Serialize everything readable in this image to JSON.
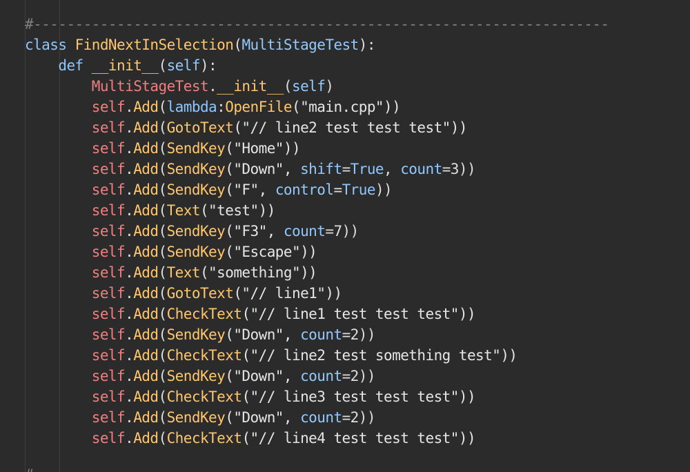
{
  "editor": {
    "colors": {
      "background": "#2b2b2b",
      "comment": "#808080",
      "keyword": "#8ec6ff",
      "function": "#ffc66d",
      "self": "#f08080",
      "string": "#e6e6e6",
      "parameter": "#92c9ff"
    },
    "lines": [
      {
        "name": "separator-comment-line",
        "tokens": [
          {
            "t": "#---------------------------------------------------------------------",
            "c": "comment"
          }
        ]
      },
      {
        "name": "class-definition-line",
        "tokens": [
          {
            "t": "class ",
            "c": "kw"
          },
          {
            "t": "FindNextInSelection",
            "c": "fn"
          },
          {
            "t": "(",
            "c": "plain"
          },
          {
            "t": "MultiStageTest",
            "c": "param"
          },
          {
            "t": "):",
            "c": "plain"
          }
        ]
      },
      {
        "name": "init-definition-line",
        "tokens": [
          {
            "t": "    def ",
            "c": "kw"
          },
          {
            "t": "__init__",
            "c": "fn"
          },
          {
            "t": "(",
            "c": "plain"
          },
          {
            "t": "self",
            "c": "param"
          },
          {
            "t": "):",
            "c": "plain"
          }
        ]
      },
      {
        "name": "super-init-line",
        "tokens": [
          {
            "t": "        ",
            "c": "plain"
          },
          {
            "t": "MultiStageTest",
            "c": "classname"
          },
          {
            "t": ".",
            "c": "plain"
          },
          {
            "t": "__init__",
            "c": "fn"
          },
          {
            "t": "(",
            "c": "plain"
          },
          {
            "t": "self",
            "c": "param"
          },
          {
            "t": ")",
            "c": "plain"
          }
        ]
      },
      {
        "name": "code-line-1",
        "tokens": [
          {
            "t": "        ",
            "c": "plain"
          },
          {
            "t": "self",
            "c": "self"
          },
          {
            "t": ".",
            "c": "plain"
          },
          {
            "t": "Add",
            "c": "fn"
          },
          {
            "t": "(",
            "c": "plain"
          },
          {
            "t": "lambda",
            "c": "kw"
          },
          {
            "t": ":",
            "c": "plain"
          },
          {
            "t": "OpenFile",
            "c": "fn"
          },
          {
            "t": "(\"main.cpp\"))",
            "c": "str"
          }
        ]
      },
      {
        "name": "code-line-2",
        "tokens": [
          {
            "t": "        ",
            "c": "plain"
          },
          {
            "t": "self",
            "c": "self"
          },
          {
            "t": ".",
            "c": "plain"
          },
          {
            "t": "Add",
            "c": "fn"
          },
          {
            "t": "(",
            "c": "plain"
          },
          {
            "t": "GotoText",
            "c": "fn"
          },
          {
            "t": "(\"// line2 test test test\"))",
            "c": "str"
          }
        ]
      },
      {
        "name": "code-line-3",
        "tokens": [
          {
            "t": "        ",
            "c": "plain"
          },
          {
            "t": "self",
            "c": "self"
          },
          {
            "t": ".",
            "c": "plain"
          },
          {
            "t": "Add",
            "c": "fn"
          },
          {
            "t": "(",
            "c": "plain"
          },
          {
            "t": "SendKey",
            "c": "fn"
          },
          {
            "t": "(\"Home\"))",
            "c": "str"
          }
        ]
      },
      {
        "name": "code-line-4",
        "tokens": [
          {
            "t": "        ",
            "c": "plain"
          },
          {
            "t": "self",
            "c": "self"
          },
          {
            "t": ".",
            "c": "plain"
          },
          {
            "t": "Add",
            "c": "fn"
          },
          {
            "t": "(",
            "c": "plain"
          },
          {
            "t": "SendKey",
            "c": "fn"
          },
          {
            "t": "(\"Down\", ",
            "c": "str"
          },
          {
            "t": "shift",
            "c": "param"
          },
          {
            "t": "=",
            "c": "plain"
          },
          {
            "t": "True",
            "c": "const"
          },
          {
            "t": ", ",
            "c": "plain"
          },
          {
            "t": "count",
            "c": "param"
          },
          {
            "t": "=3))",
            "c": "plain"
          }
        ]
      },
      {
        "name": "code-line-5",
        "tokens": [
          {
            "t": "        ",
            "c": "plain"
          },
          {
            "t": "self",
            "c": "self"
          },
          {
            "t": ".",
            "c": "plain"
          },
          {
            "t": "Add",
            "c": "fn"
          },
          {
            "t": "(",
            "c": "plain"
          },
          {
            "t": "SendKey",
            "c": "fn"
          },
          {
            "t": "(\"F\", ",
            "c": "str"
          },
          {
            "t": "control",
            "c": "param"
          },
          {
            "t": "=",
            "c": "plain"
          },
          {
            "t": "True",
            "c": "const"
          },
          {
            "t": "))",
            "c": "plain"
          }
        ]
      },
      {
        "name": "code-line-6",
        "tokens": [
          {
            "t": "        ",
            "c": "plain"
          },
          {
            "t": "self",
            "c": "self"
          },
          {
            "t": ".",
            "c": "plain"
          },
          {
            "t": "Add",
            "c": "fn"
          },
          {
            "t": "(",
            "c": "plain"
          },
          {
            "t": "Text",
            "c": "fn"
          },
          {
            "t": "(\"test\"))",
            "c": "str"
          }
        ]
      },
      {
        "name": "code-line-7",
        "tokens": [
          {
            "t": "        ",
            "c": "plain"
          },
          {
            "t": "self",
            "c": "self"
          },
          {
            "t": ".",
            "c": "plain"
          },
          {
            "t": "Add",
            "c": "fn"
          },
          {
            "t": "(",
            "c": "plain"
          },
          {
            "t": "SendKey",
            "c": "fn"
          },
          {
            "t": "(\"F3\", ",
            "c": "str"
          },
          {
            "t": "count",
            "c": "param"
          },
          {
            "t": "=7))",
            "c": "plain"
          }
        ]
      },
      {
        "name": "code-line-8",
        "tokens": [
          {
            "t": "        ",
            "c": "plain"
          },
          {
            "t": "self",
            "c": "self"
          },
          {
            "t": ".",
            "c": "plain"
          },
          {
            "t": "Add",
            "c": "fn"
          },
          {
            "t": "(",
            "c": "plain"
          },
          {
            "t": "SendKey",
            "c": "fn"
          },
          {
            "t": "(\"Escape\"))",
            "c": "str"
          }
        ]
      },
      {
        "name": "code-line-9",
        "tokens": [
          {
            "t": "        ",
            "c": "plain"
          },
          {
            "t": "self",
            "c": "self"
          },
          {
            "t": ".",
            "c": "plain"
          },
          {
            "t": "Add",
            "c": "fn"
          },
          {
            "t": "(",
            "c": "plain"
          },
          {
            "t": "Text",
            "c": "fn"
          },
          {
            "t": "(\"something\"))",
            "c": "str"
          }
        ]
      },
      {
        "name": "code-line-10",
        "tokens": [
          {
            "t": "        ",
            "c": "plain"
          },
          {
            "t": "self",
            "c": "self"
          },
          {
            "t": ".",
            "c": "plain"
          },
          {
            "t": "Add",
            "c": "fn"
          },
          {
            "t": "(",
            "c": "plain"
          },
          {
            "t": "GotoText",
            "c": "fn"
          },
          {
            "t": "(\"// line1\"))",
            "c": "str"
          }
        ]
      },
      {
        "name": "code-line-11",
        "tokens": [
          {
            "t": "        ",
            "c": "plain"
          },
          {
            "t": "self",
            "c": "self"
          },
          {
            "t": ".",
            "c": "plain"
          },
          {
            "t": "Add",
            "c": "fn"
          },
          {
            "t": "(",
            "c": "plain"
          },
          {
            "t": "CheckText",
            "c": "fn"
          },
          {
            "t": "(\"// line1 test test test\"))",
            "c": "str"
          }
        ]
      },
      {
        "name": "code-line-12",
        "tokens": [
          {
            "t": "        ",
            "c": "plain"
          },
          {
            "t": "self",
            "c": "self"
          },
          {
            "t": ".",
            "c": "plain"
          },
          {
            "t": "Add",
            "c": "fn"
          },
          {
            "t": "(",
            "c": "plain"
          },
          {
            "t": "SendKey",
            "c": "fn"
          },
          {
            "t": "(\"Down\", ",
            "c": "str"
          },
          {
            "t": "count",
            "c": "param"
          },
          {
            "t": "=2))",
            "c": "plain"
          }
        ]
      },
      {
        "name": "code-line-13",
        "tokens": [
          {
            "t": "        ",
            "c": "plain"
          },
          {
            "t": "self",
            "c": "self"
          },
          {
            "t": ".",
            "c": "plain"
          },
          {
            "t": "Add",
            "c": "fn"
          },
          {
            "t": "(",
            "c": "plain"
          },
          {
            "t": "CheckText",
            "c": "fn"
          },
          {
            "t": "(\"// line2 test something test\"))",
            "c": "str"
          }
        ]
      },
      {
        "name": "code-line-14",
        "tokens": [
          {
            "t": "        ",
            "c": "plain"
          },
          {
            "t": "self",
            "c": "self"
          },
          {
            "t": ".",
            "c": "plain"
          },
          {
            "t": "Add",
            "c": "fn"
          },
          {
            "t": "(",
            "c": "plain"
          },
          {
            "t": "SendKey",
            "c": "fn"
          },
          {
            "t": "(\"Down\", ",
            "c": "str"
          },
          {
            "t": "count",
            "c": "param"
          },
          {
            "t": "=2))",
            "c": "plain"
          }
        ]
      },
      {
        "name": "code-line-15",
        "tokens": [
          {
            "t": "        ",
            "c": "plain"
          },
          {
            "t": "self",
            "c": "self"
          },
          {
            "t": ".",
            "c": "plain"
          },
          {
            "t": "Add",
            "c": "fn"
          },
          {
            "t": "(",
            "c": "plain"
          },
          {
            "t": "CheckText",
            "c": "fn"
          },
          {
            "t": "(\"// line3 test test test\"))",
            "c": "str"
          }
        ]
      },
      {
        "name": "code-line-16",
        "tokens": [
          {
            "t": "        ",
            "c": "plain"
          },
          {
            "t": "self",
            "c": "self"
          },
          {
            "t": ".",
            "c": "plain"
          },
          {
            "t": "Add",
            "c": "fn"
          },
          {
            "t": "(",
            "c": "plain"
          },
          {
            "t": "SendKey",
            "c": "fn"
          },
          {
            "t": "(\"Down\", ",
            "c": "str"
          },
          {
            "t": "count",
            "c": "param"
          },
          {
            "t": "=2))",
            "c": "plain"
          }
        ]
      },
      {
        "name": "code-line-17",
        "tokens": [
          {
            "t": "        ",
            "c": "plain"
          },
          {
            "t": "self",
            "c": "self"
          },
          {
            "t": ".",
            "c": "plain"
          },
          {
            "t": "Add",
            "c": "fn"
          },
          {
            "t": "(",
            "c": "plain"
          },
          {
            "t": "CheckText",
            "c": "fn"
          },
          {
            "t": "(\"// line4 test test test\"))",
            "c": "str"
          }
        ]
      }
    ],
    "partial_next_line": "#"
  }
}
